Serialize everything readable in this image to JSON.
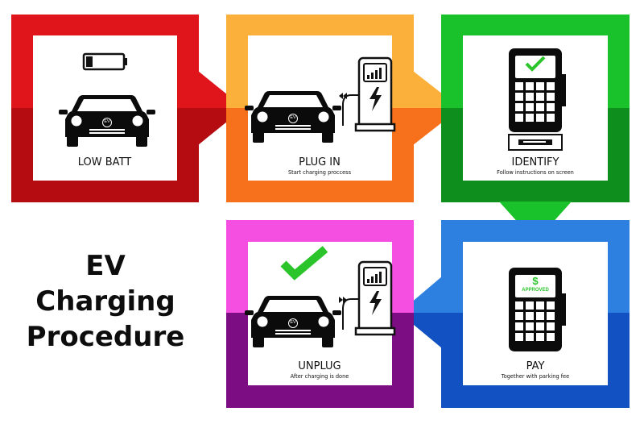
{
  "title": {
    "line1": "EV",
    "line2": "Charging",
    "line3": "Procedure"
  },
  "steps": [
    {
      "title": "LOW BATT",
      "subtitle": ""
    },
    {
      "title": "PLUG IN",
      "subtitle": "Start charging proccess"
    },
    {
      "title": "IDENTIFY",
      "subtitle": "Follow instructions on screen"
    },
    {
      "title": "PAY",
      "subtitle": "Together with parking fee"
    },
    {
      "title": "UNPLUG",
      "subtitle": "After charging is done"
    }
  ],
  "car_badge": "EV",
  "terminal_label": "APPROVED",
  "currency_symbol": "$",
  "colors": {
    "red": "#e0151c",
    "red_dark": "#b50c12",
    "orange": "#fbb03b",
    "orange_dark": "#f7701c",
    "green": "#19c22a",
    "green_dark": "#0e8e1c",
    "blue": "#2d7fe0",
    "blue_dark": "#1251c2",
    "pink": "#f44fe0",
    "pink_dark": "#7c0d82",
    "check": "#2bc52b"
  }
}
